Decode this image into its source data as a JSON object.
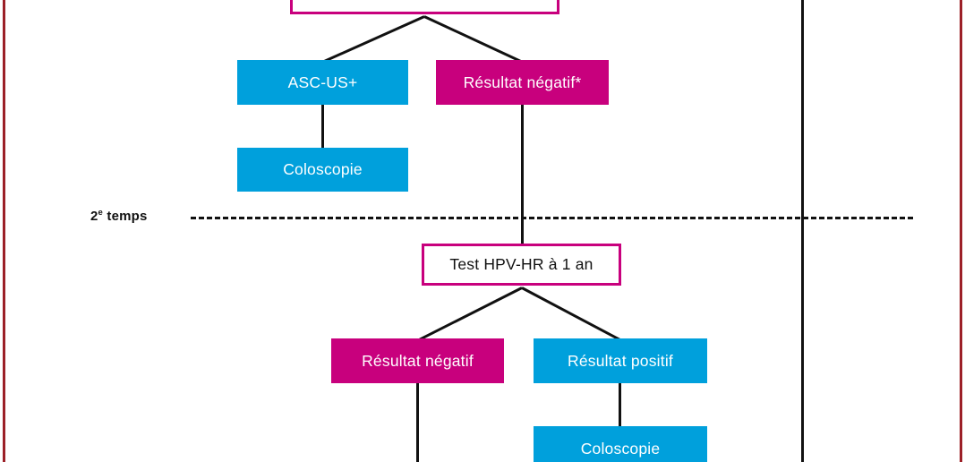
{
  "diagram": {
    "title_hidden": "",
    "phase_label": {
      "number": "2",
      "ordinal_suffix": "e",
      "text": " temps"
    },
    "nodes": {
      "top_test": {
        "label": "",
        "style": "outline-magenta"
      },
      "asc_us": {
        "label": "ASC-US+",
        "style": "blue"
      },
      "coloscopie_1": {
        "label": "Coloscopie",
        "style": "blue"
      },
      "resultat_negatif_star": {
        "label": "Résultat négatif*",
        "style": "magenta"
      },
      "test_hpv_hr": {
        "label": "Test HPV-HR à 1 an",
        "style": "outline-magenta"
      },
      "resultat_negatif": {
        "label": "Résultat négatif",
        "style": "magenta"
      },
      "resultat_positif": {
        "label": "Résultat positif",
        "style": "blue"
      },
      "coloscopie_2": {
        "label": "Coloscopie",
        "style": "blue"
      }
    },
    "colors": {
      "blue": "#00a0dc",
      "magenta": "#c8007d",
      "line": "#111111",
      "frame": "#9c2028",
      "background": "#ffffff"
    }
  }
}
